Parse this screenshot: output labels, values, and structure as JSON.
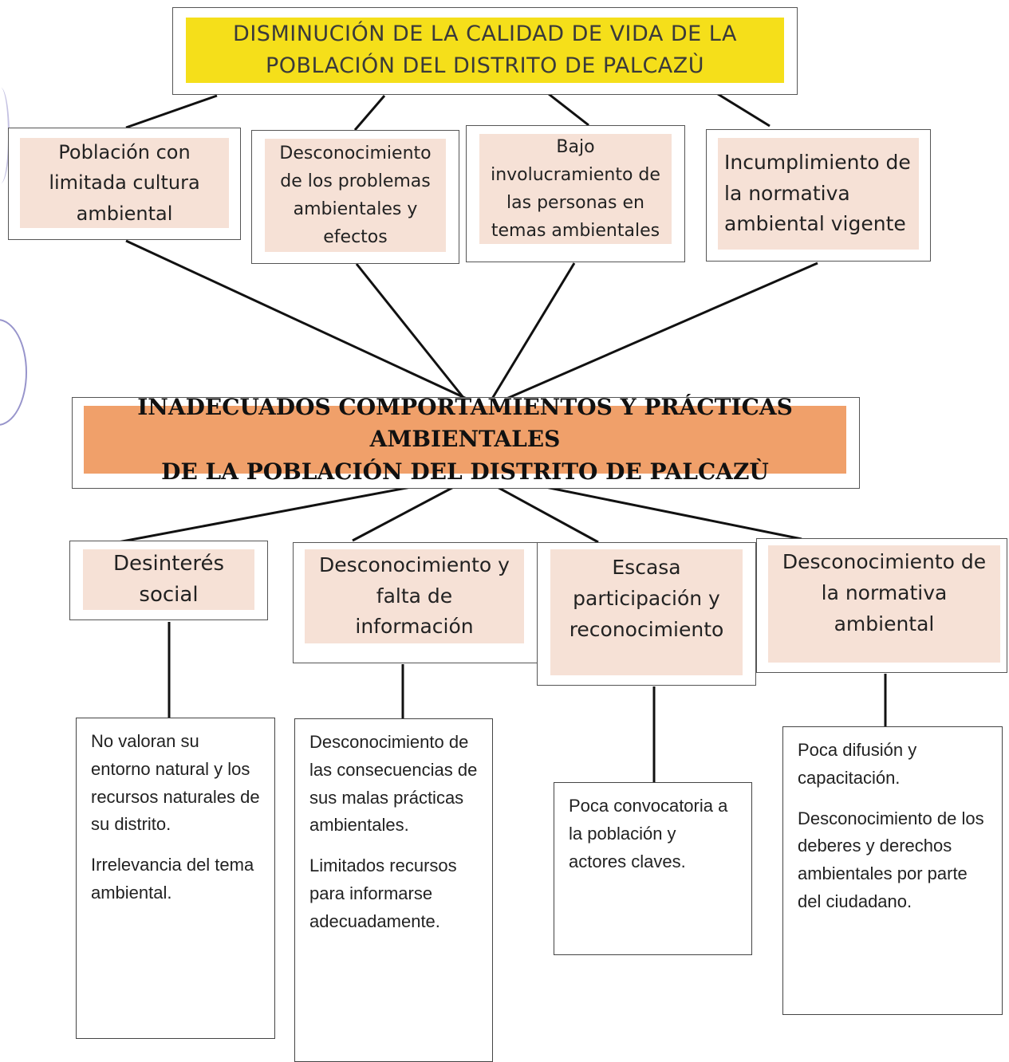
{
  "effect": {
    "line1": "DISMINUCIÓN DE LA CALIDAD DE VIDA DE LA",
    "line2": "POBLACIÓN DEL DISTRITO DE PALCAZÙ"
  },
  "effects_secondary": [
    {
      "lines": [
        "Población con",
        "limitada cultura",
        "ambiental"
      ]
    },
    {
      "lines": [
        "Desconocimiento",
        "de los problemas",
        "ambientales y",
        "efectos"
      ]
    },
    {
      "lines": [
        "Bajo",
        "involucramiento de",
        "las personas en",
        "temas ambientales"
      ]
    },
    {
      "lines": [
        "Incumplimiento de",
        "la normativa",
        "ambiental vigente"
      ]
    }
  ],
  "problem": {
    "line1": "INADECUADOS COMPORTAMIENTOS Y PRÁCTICAS AMBIENTALES",
    "line2": "DE LA POBLACIÓN DEL DISTRITO DE PALCAZÙ"
  },
  "causes": [
    {
      "lines": [
        "Desinterés",
        "social"
      ]
    },
    {
      "lines": [
        "Desconocimiento y",
        "falta de",
        "información"
      ]
    },
    {
      "lines": [
        "Escasa",
        "participación y",
        "reconocimiento"
      ]
    },
    {
      "lines": [
        "Desconocimiento de",
        "la normativa",
        "ambiental"
      ]
    }
  ],
  "sub_causes": [
    {
      "paragraphs": [
        "No valoran su entorno natural y los recursos naturales de su distrito.",
        "Irrelevancia del tema ambiental."
      ]
    },
    {
      "paragraphs": [
        "Desconocimiento de las consecuencias de sus malas prácticas ambientales.",
        "Limitados recursos para informarse adecuadamente."
      ]
    },
    {
      "paragraphs": [
        "Poca convocatoria a la población y actores claves."
      ]
    },
    {
      "paragraphs": [
        "Poca difusión y capacitación.",
        "Desconocimiento de los deberes y derechos ambientales por parte del ciudadano."
      ]
    }
  ],
  "colors": {
    "effect_fill": "#f5df1a",
    "problem_fill": "#f0a06a",
    "card_fill": "#f6e1d6",
    "line": "#111111"
  }
}
